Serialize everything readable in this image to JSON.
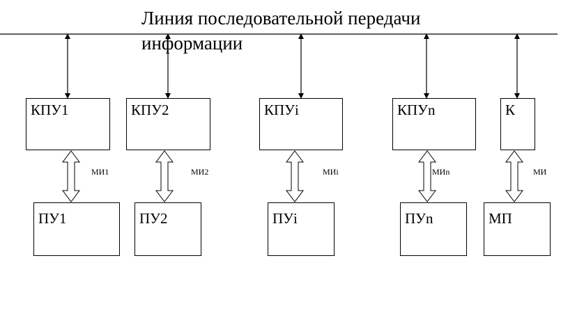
{
  "bus": {
    "title_line1": "Линия последовательной передачи",
    "title_line2": "информации"
  },
  "controllers": [
    {
      "label": "КПУ1"
    },
    {
      "label": "КПУ2"
    },
    {
      "label": "КПУi"
    },
    {
      "label": "КПУn"
    },
    {
      "label": "К"
    }
  ],
  "interfaces": [
    {
      "label": "МИ1"
    },
    {
      "label": "МИ2"
    },
    {
      "label": "МИi"
    },
    {
      "label": "МИn"
    },
    {
      "label": "МИ"
    }
  ],
  "devices": [
    {
      "label": "ПУ1"
    },
    {
      "label": "ПУ2"
    },
    {
      "label": "ПУi"
    },
    {
      "label": "ПУn"
    },
    {
      "label": "МП"
    }
  ]
}
